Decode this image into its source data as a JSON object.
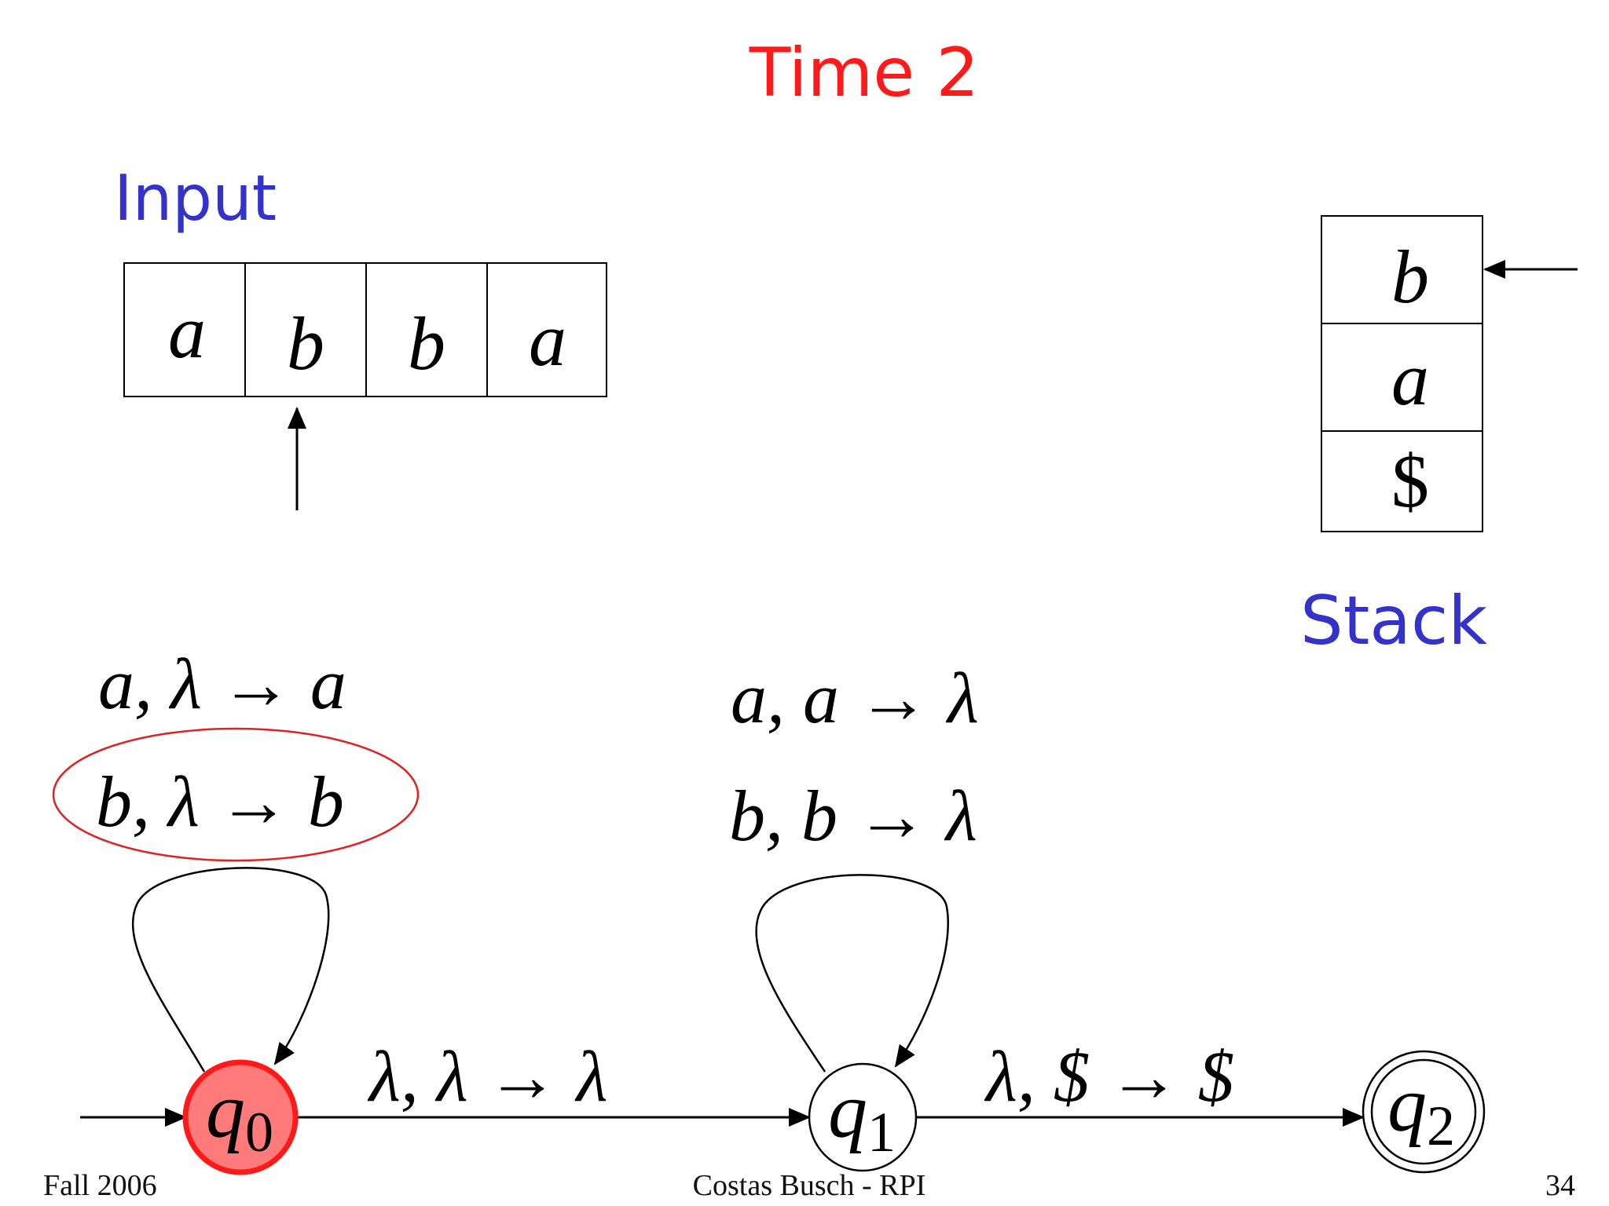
{
  "title": "Time 2",
  "input_label": "Input",
  "stack_label": "Stack",
  "input_tape": [
    "a",
    "b",
    "b",
    "a"
  ],
  "input_head_index": 1,
  "stack": [
    "b",
    "a",
    "$"
  ],
  "states": [
    {
      "id": "q0",
      "label": "q",
      "sub": "0",
      "active": true,
      "accepting": false,
      "initial": true
    },
    {
      "id": "q1",
      "label": "q",
      "sub": "1",
      "active": false,
      "accepting": false
    },
    {
      "id": "q2",
      "label": "q",
      "sub": "2",
      "active": false,
      "accepting": true
    }
  ],
  "transitions": {
    "q0_loop_1": "a, λ → a",
    "q0_loop_2": "b, λ → b",
    "q1_loop_1": "a, a → λ",
    "q1_loop_2": "b, b → λ",
    "q0_to_q1": "λ, λ → λ",
    "q1_to_q2": "λ, $ → $"
  },
  "highlighted_transition": "q0_loop_2",
  "footer": {
    "left": "Fall 2006",
    "center": "Costas Busch - RPI",
    "right": "34"
  },
  "colors": {
    "title": "#ff1a1a",
    "labels": "#3333cc",
    "active_state_fill": "#ff7b7b",
    "active_state_stroke": "#ff1a1a",
    "highlight": "#dd2222"
  }
}
